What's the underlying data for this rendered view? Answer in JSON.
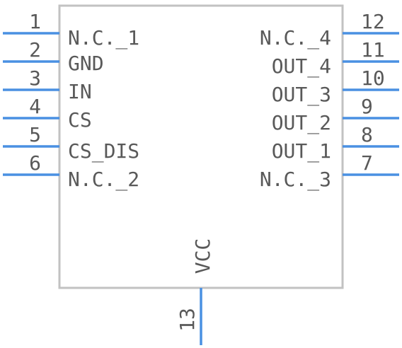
{
  "component": {
    "left_pins": [
      {
        "number": "1",
        "label": "N.C._1"
      },
      {
        "number": "2",
        "label": "GND"
      },
      {
        "number": "3",
        "label": "IN"
      },
      {
        "number": "4",
        "label": "CS"
      },
      {
        "number": "5",
        "label": "CS_DIS"
      },
      {
        "number": "6",
        "label": "N.C._2"
      }
    ],
    "right_pins": [
      {
        "number": "12",
        "label": "N.C._4"
      },
      {
        "number": "11",
        "label": "OUT_4"
      },
      {
        "number": "10",
        "label": "OUT_3"
      },
      {
        "number": "9",
        "label": "OUT_2"
      },
      {
        "number": "8",
        "label": "OUT_1"
      },
      {
        "number": "7",
        "label": "N.C._3"
      }
    ],
    "bottom_pin": {
      "number": "13",
      "label": "VCC"
    }
  },
  "colors": {
    "pin": "#4a90e2",
    "body_outline": "#c2c2c2",
    "text": "#595959"
  }
}
